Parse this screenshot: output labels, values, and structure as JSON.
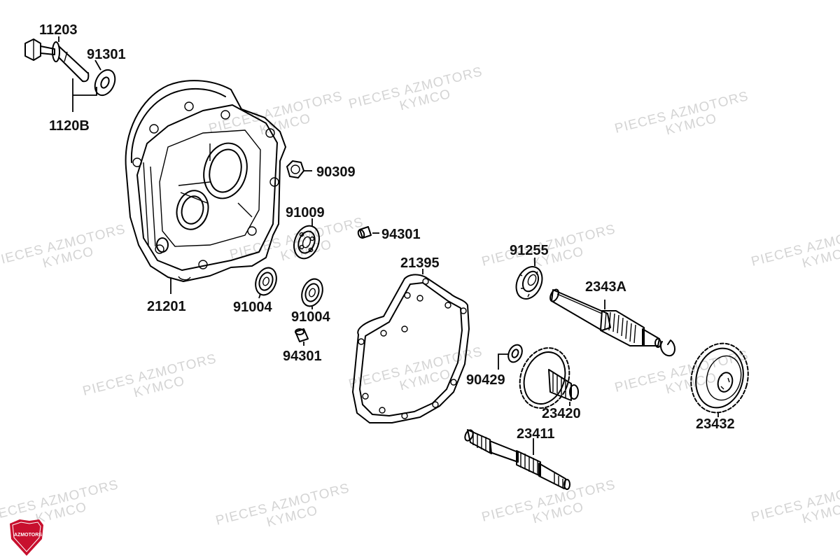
{
  "watermark": {
    "line1": "PIECES AZMOTORS",
    "line2": "KYMCO"
  },
  "logo": {
    "text": "AZMOTORS",
    "color": "#c8102e"
  },
  "parts": {
    "p11203": "11203",
    "p91301": "91301",
    "p1120B": "1120B",
    "p90309": "90309",
    "p91009": "91009",
    "p94301a": "94301",
    "p21201": "21201",
    "p91004a": "91004",
    "p91004b": "91004",
    "p94301b": "94301",
    "p21395": "21395",
    "p91255": "91255",
    "p2343A": "2343A",
    "p90429": "90429",
    "p23420": "23420",
    "p23432": "23432",
    "p23411": "23411"
  }
}
